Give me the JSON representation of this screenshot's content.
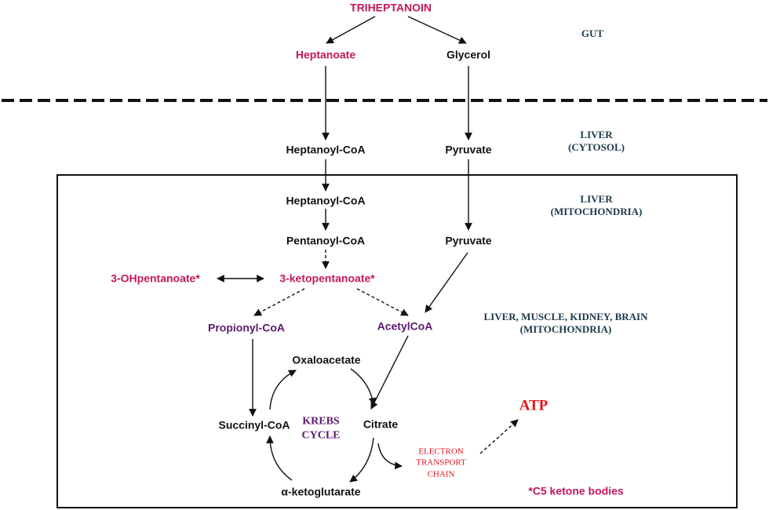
{
  "colors": {
    "black": "#111111",
    "magenta": "#c2185b",
    "purple": "#5b1a6e",
    "navy": "#1c3a4a",
    "red": "#e8141c"
  },
  "nodes": {
    "triheptanoin": "TRIHEPTANOIN",
    "heptanoate": "Heptanoate",
    "glycerol": "Glycerol",
    "heptanoyl_coa_cytosol": "Heptanoyl-CoA",
    "pyruvate_cytosol": "Pyruvate",
    "heptanoyl_coa_mito": "Heptanoyl-CoA",
    "pentanoyl_coa": "Pentanoyl-CoA",
    "pyruvate_mito": "Pyruvate",
    "ohpentanoate": "3-OHpentanoate*",
    "ketopentanoate": "3-ketopentanoate*",
    "propionyl_coa": "Propionyl-CoA",
    "acetyl_coa": "AcetylCoA",
    "oxaloacetate": "Oxaloacetate",
    "succinyl_coa": "Succinyl-CoA",
    "citrate": "Citrate",
    "ketoglutarate": "α-ketoglutarate",
    "krebs_line1": "KREBS",
    "krebs_line2": "CYCLE",
    "etc_line1": "ELECTRON",
    "etc_line2": "TRANSPORT",
    "etc_line3": "CHAIN",
    "atp": "ATP"
  },
  "compartments": {
    "gut": "GUT",
    "liver_cytosol_line1": "LIVER",
    "liver_cytosol_line2": "(CYTOSOL)",
    "liver_mito_line1": "LIVER",
    "liver_mito_line2": "(MITOCHONDRIA)",
    "tissues_line1": "LIVER, MUSCLE, KIDNEY, BRAIN",
    "tissues_line2": "(MITOCHONDRIA)"
  },
  "footnote": "*C5 ketone bodies"
}
